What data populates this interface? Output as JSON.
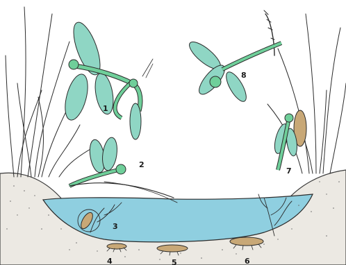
{
  "diagram": {
    "labels": [
      {
        "id": "1",
        "text": "1"
      },
      {
        "id": "2",
        "text": "2"
      },
      {
        "id": "3",
        "text": "3"
      },
      {
        "id": "4",
        "text": "4"
      },
      {
        "id": "5",
        "text": "5"
      },
      {
        "id": "6",
        "text": "6"
      },
      {
        "id": "7",
        "text": "7"
      },
      {
        "id": "8",
        "text": "8"
      }
    ],
    "colors": {
      "water": "#8fcfe0",
      "wing": "#8fd6c4",
      "body": "#6fcf9a",
      "larva": "#c8a877",
      "soil": "#e9e6e0"
    }
  }
}
